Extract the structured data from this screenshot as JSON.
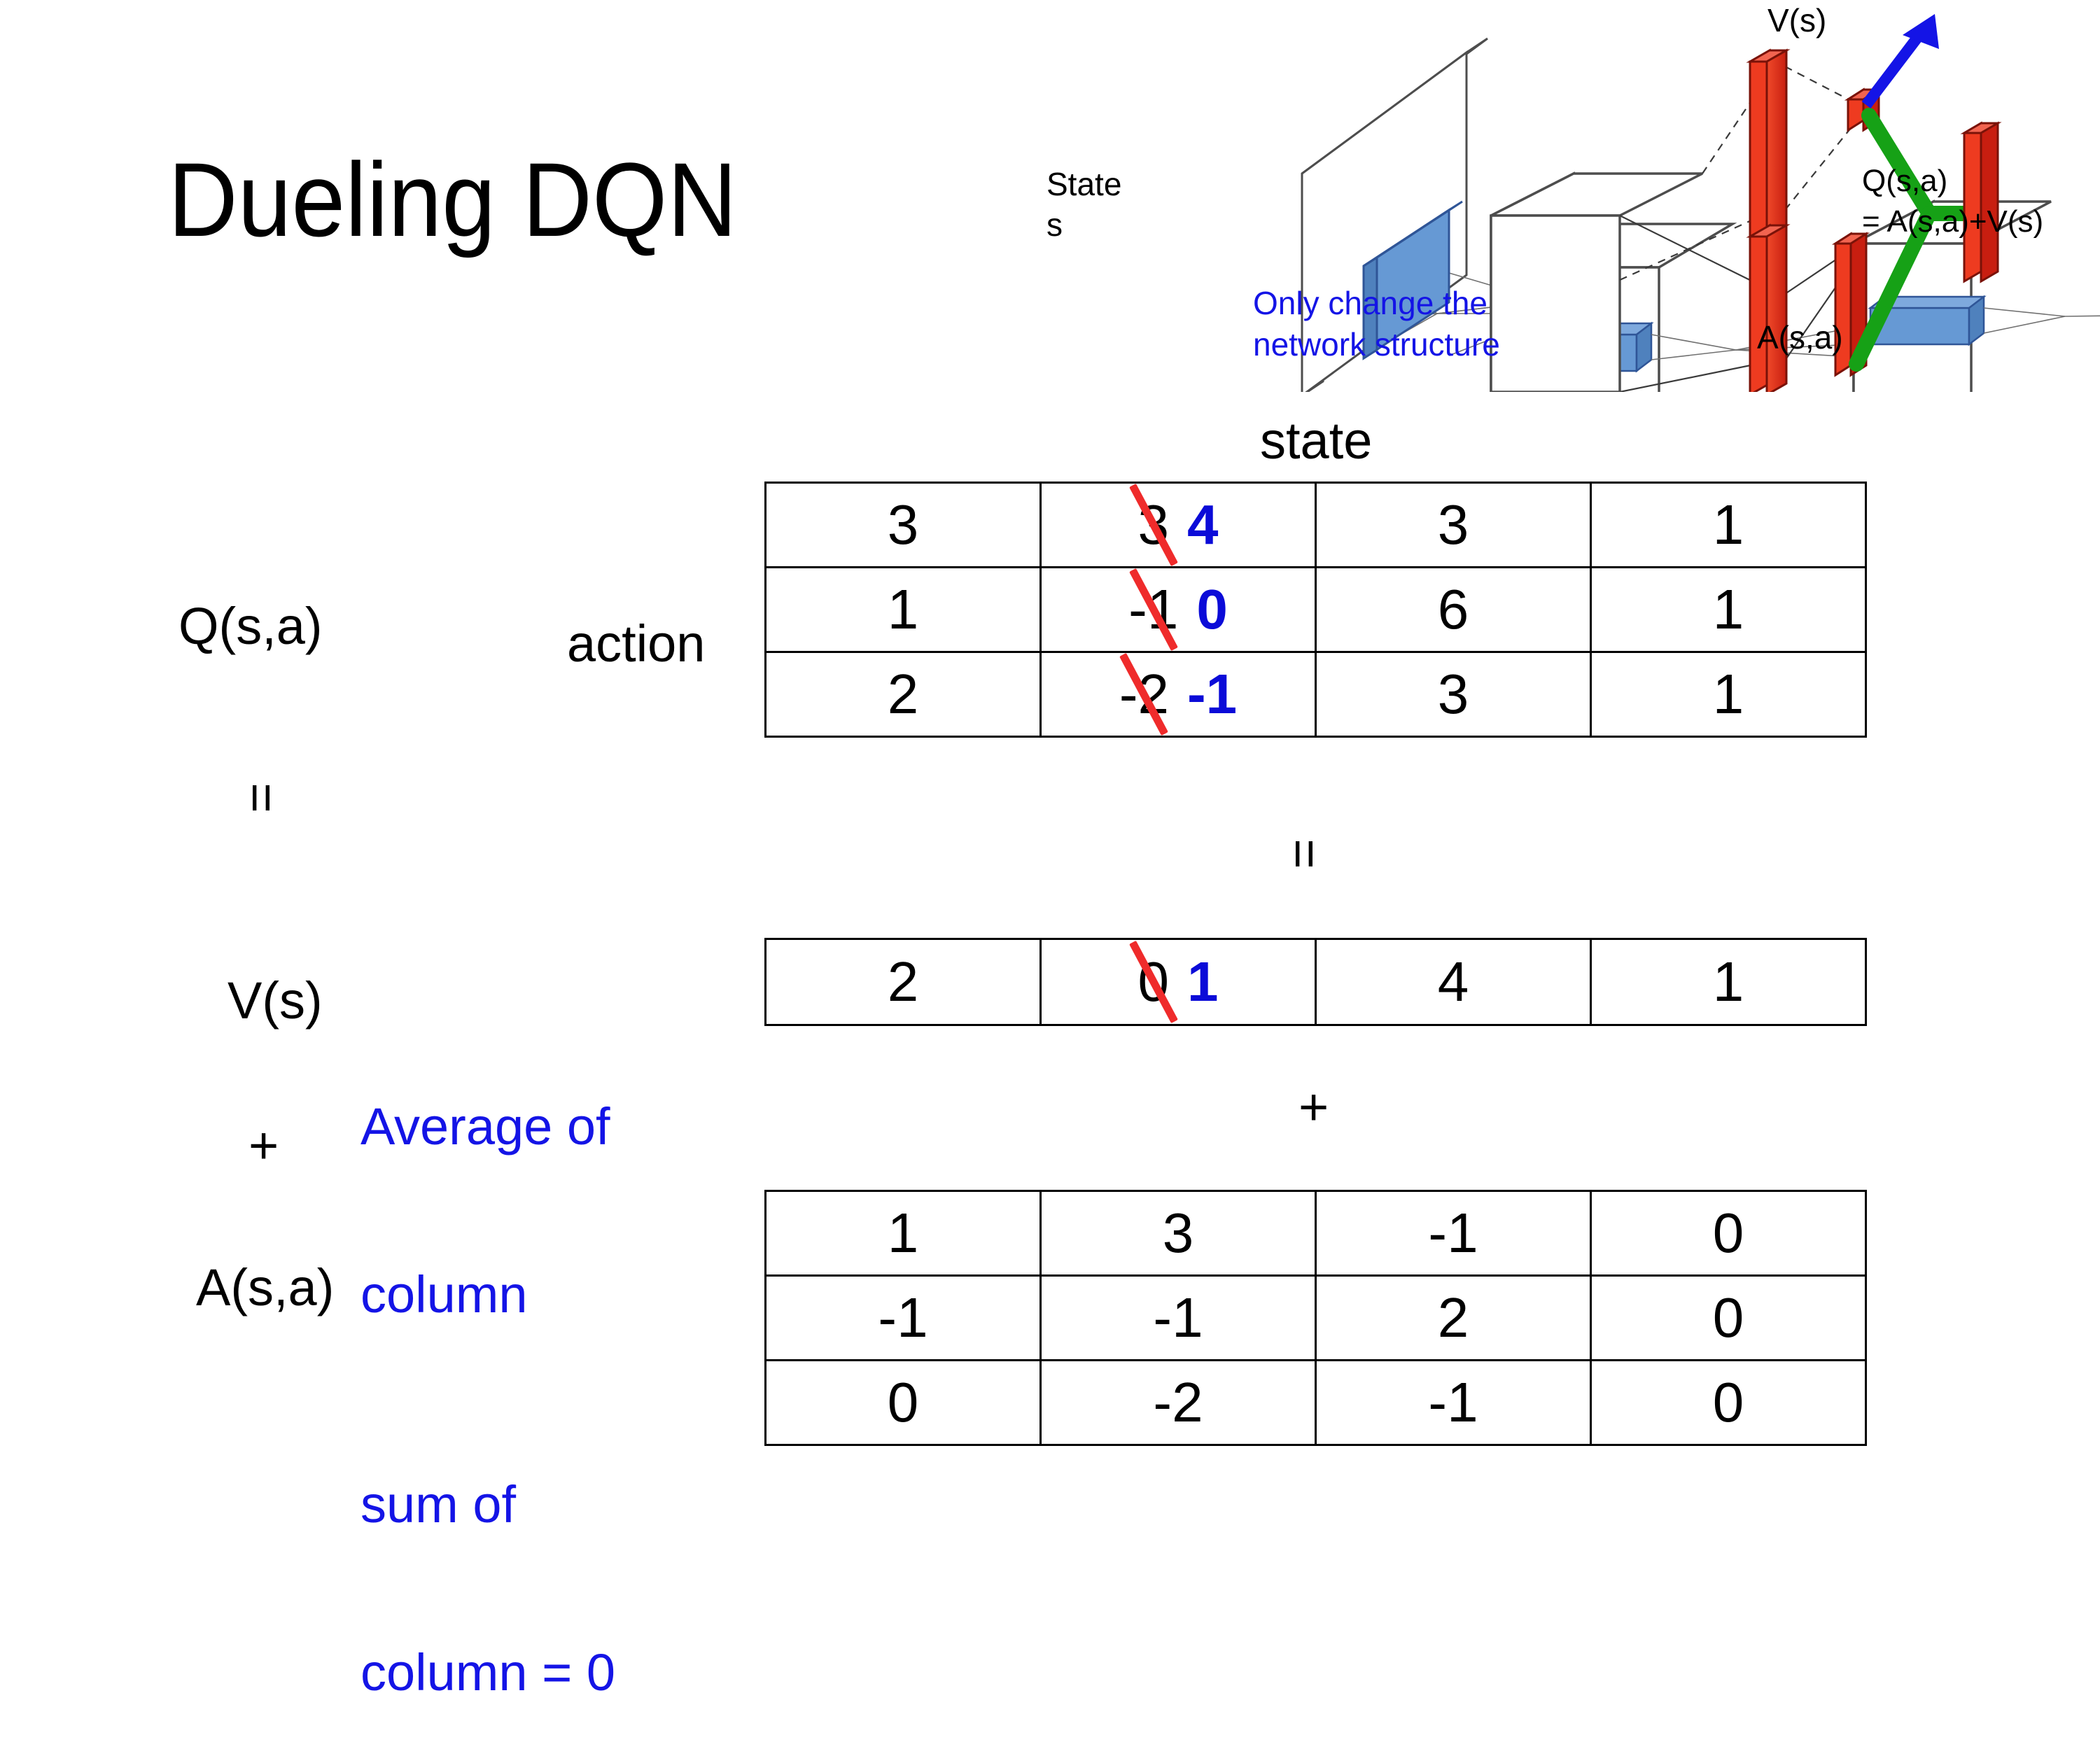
{
  "slide": {
    "title": "Dueling DQN",
    "background": "#ffffff",
    "accent_blue": "#1414e6",
    "accent_red": "#ef2b2b",
    "accent_green": "#16a116",
    "value_blue": "#0b0bd8"
  },
  "diagram": {
    "input_label_line1": "State",
    "input_label_line2": "s",
    "note_line1": "Only change the",
    "note_line2": "network structure",
    "value_stream_label": "V(s)",
    "advantage_stream_label": "A(s,a)",
    "output_label_line1": "Q(s,a)",
    "output_label_line2": "= A(s,a)+V(s)"
  },
  "labels": {
    "state_axis": "state",
    "action_axis": "action",
    "q_label": "Q(s,a)",
    "v_label": "V(s)",
    "a_label": "A(s,a)",
    "equals_q": "=",
    "plus_left": "+",
    "equals_center": "=",
    "plus_center": "+",
    "v_note_line1": "Average of",
    "v_note_line2": "column",
    "a_note_line1": "sum of",
    "a_note_line2": "column = 0"
  },
  "chart_data": {
    "type": "table",
    "title": "Dueling DQN decomposition Q(s,a) = V(s) + A(s,a)",
    "xlabel": "state",
    "ylabel": "action",
    "tables": [
      {
        "name": "Q(s,a)",
        "rows": 3,
        "cols": 4,
        "values": [
          [
            "3",
            "3",
            "3",
            "1"
          ],
          [
            "1",
            "-1",
            "6",
            "1"
          ],
          [
            "2",
            "-2",
            "3",
            "1"
          ]
        ],
        "edits": [
          {
            "row": 0,
            "col": 1,
            "old": "3",
            "new": "4"
          },
          {
            "row": 1,
            "col": 1,
            "old": "-1",
            "new": "0"
          },
          {
            "row": 2,
            "col": 1,
            "old": "-2",
            "new": "-1"
          }
        ]
      },
      {
        "name": "V(s)",
        "rows": 1,
        "cols": 4,
        "values": [
          [
            "2",
            "0",
            "4",
            "1"
          ]
        ],
        "edits": [
          {
            "row": 0,
            "col": 1,
            "old": "0",
            "new": "1"
          }
        ]
      },
      {
        "name": "A(s,a)",
        "rows": 3,
        "cols": 4,
        "values": [
          [
            "1",
            "3",
            "-1",
            "0"
          ],
          [
            "-1",
            "-1",
            "2",
            "0"
          ],
          [
            "0",
            "-2",
            "-1",
            "0"
          ]
        ],
        "edits": []
      }
    ]
  }
}
